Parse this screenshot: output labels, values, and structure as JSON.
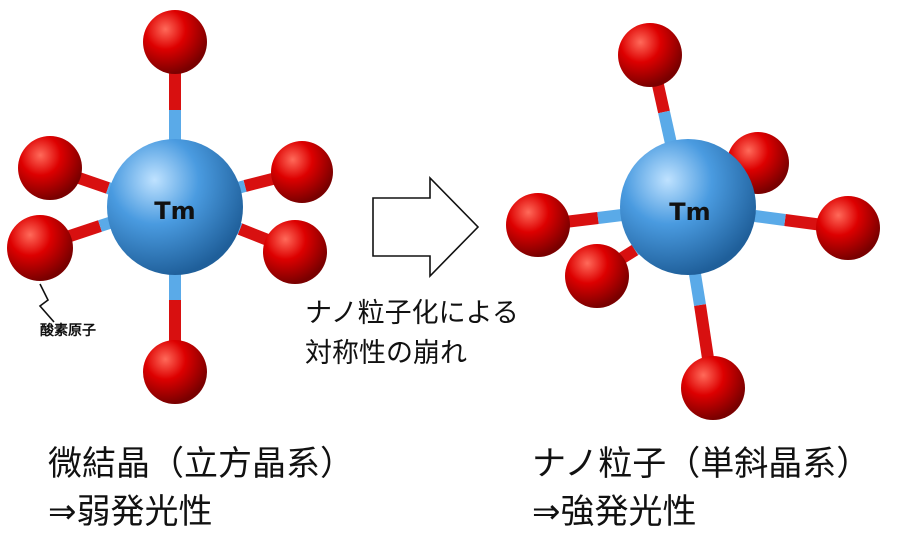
{
  "diagram": {
    "left_molecule": {
      "center_label": "Tm",
      "oxygen_label": "酸素原子"
    },
    "right_molecule": {
      "center_label": "Tm"
    },
    "arrow_caption": {
      "line1": "ナノ粒子化による",
      "line2": "対称性の崩れ"
    },
    "left_caption": {
      "line1": "微結晶（立方晶系）",
      "line2": "⇒弱発光性"
    },
    "right_caption": {
      "line1": "ナノ粒子（単斜晶系）",
      "line2": "⇒強発光性"
    },
    "colors": {
      "oxygen": "#dd0000",
      "thulium": "#4a9be0",
      "bond_o": "#d81010",
      "bond_tm": "#5aaae8"
    }
  }
}
